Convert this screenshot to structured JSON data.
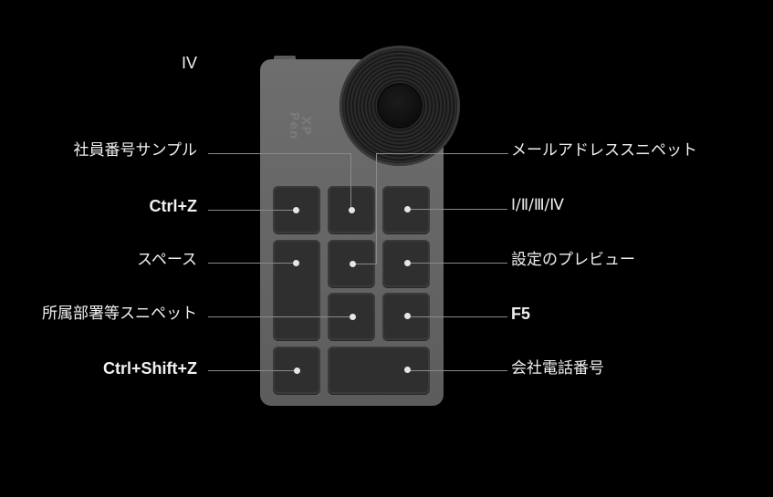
{
  "title_tag": "IV",
  "device": {
    "logo_text": "XP\nPen"
  },
  "left_labels": {
    "l1": "社員番号サンプル",
    "l2": "Ctrl+Z",
    "l3": "スペース",
    "l4": "所属部署等スニペット",
    "l5": "Ctrl+Shift+Z"
  },
  "right_labels": {
    "r1": "メールアドレススニペット",
    "r2": "Ⅰ/Ⅱ/Ⅲ/Ⅳ",
    "r3": "設定のプレビュー",
    "r4": "F5",
    "r5": "会社電話番号"
  }
}
